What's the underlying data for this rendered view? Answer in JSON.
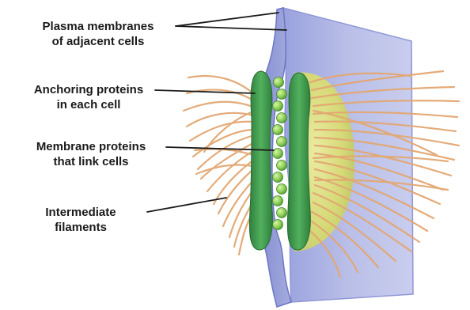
{
  "labels": {
    "plasma_membranes": [
      "Plasma membranes",
      "of adjacent cells"
    ],
    "anchoring_proteins": [
      "Anchoring proteins",
      "in each cell"
    ],
    "membrane_proteins": [
      "Membrane proteins",
      "that link cells"
    ],
    "intermediate_filaments": [
      "Intermediate",
      "filaments"
    ]
  },
  "colors": {
    "membrane": "#a9aee0",
    "membrane_edge": "#7e86cc",
    "anchoring_plaque": "#3c9a4a",
    "linker_beads": "#9ad35e",
    "filaments": "#e0a874",
    "cell_interior": "#dfe36a"
  }
}
